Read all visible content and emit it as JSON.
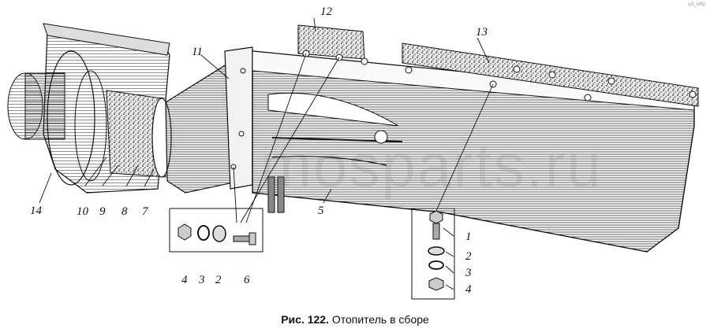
{
  "caption": {
    "prefix": "Рис. 122.",
    "title": "Отопитель в сборе"
  },
  "watermark": "mosparts.ru",
  "corner_mark": "ц5_обр",
  "callouts": [
    "1",
    "2",
    "3",
    "4",
    "5",
    "6",
    "7",
    "8",
    "9",
    "10",
    "11",
    "12",
    "13",
    "14"
  ],
  "left_detail_labels": [
    "4",
    "3",
    "2",
    "6"
  ],
  "right_detail_labels": [
    "1",
    "2",
    "3",
    "4"
  ],
  "colors": {
    "ink": "#111111",
    "shade": "#555555",
    "paper": "#ffffff"
  }
}
